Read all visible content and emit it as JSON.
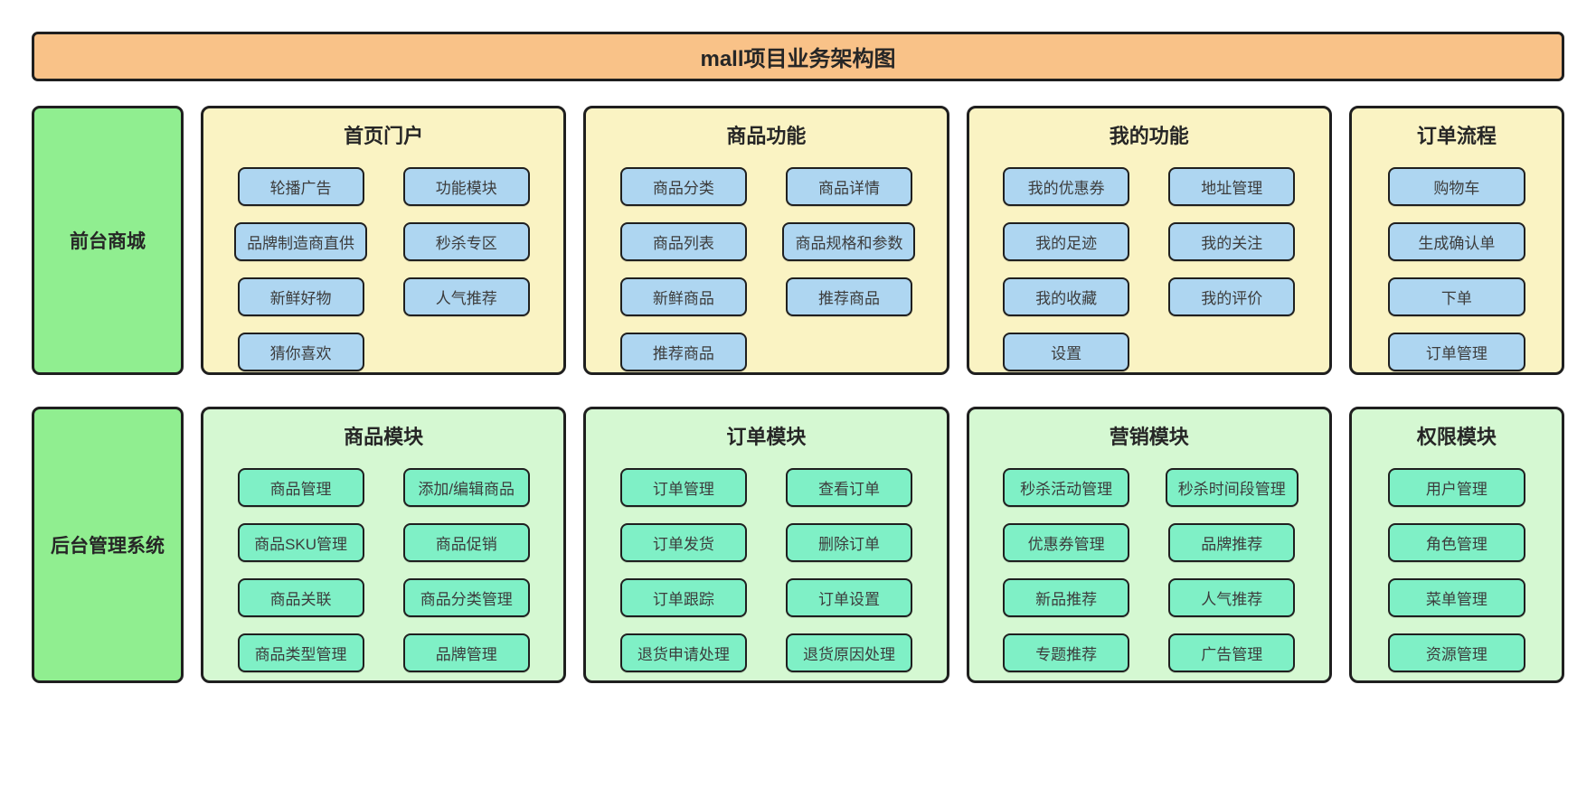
{
  "title": "mall项目业务架构图",
  "colors": {
    "banner_bg": "#F9C288",
    "sidebar_bg": "#90EE90",
    "front_section_bg": "#FAF3C3",
    "front_button_bg": "#AED6F1",
    "back_section_bg": "#D5F8D2",
    "back_button_bg": "#7FF0C6",
    "border": "#1F1F1F",
    "button_text": "#3C3C3C",
    "heading_text": "#262626"
  },
  "rows": [
    {
      "sidebar_label": "前台商城",
      "theme": "front",
      "sections": [
        {
          "title": "首页门户",
          "columns": [
            [
              "轮播广告",
              "品牌制造商直供",
              "新鲜好物",
              "猜你喜欢"
            ],
            [
              "功能模块",
              "秒杀专区",
              "人气推荐"
            ]
          ]
        },
        {
          "title": "商品功能",
          "columns": [
            [
              "商品分类",
              "商品列表",
              "新鲜商品",
              "推荐商品"
            ],
            [
              "商品详情",
              "商品规格和参数",
              "推荐商品"
            ]
          ]
        },
        {
          "title": "我的功能",
          "columns": [
            [
              "我的优惠券",
              "我的足迹",
              "我的收藏",
              "设置"
            ],
            [
              "地址管理",
              "我的关注",
              "我的评价"
            ]
          ]
        },
        {
          "title": "订单流程",
          "columns": [
            [
              "购物车",
              "生成确认单",
              "下单",
              "订单管理"
            ]
          ]
        }
      ]
    },
    {
      "sidebar_label": "后台管理系统",
      "theme": "back",
      "sections": [
        {
          "title": "商品模块",
          "columns": [
            [
              "商品管理",
              "商品SKU管理",
              "商品关联",
              "商品类型管理"
            ],
            [
              "添加/编辑商品",
              "商品促销",
              "商品分类管理",
              "品牌管理"
            ]
          ]
        },
        {
          "title": "订单模块",
          "columns": [
            [
              "订单管理",
              "订单发货",
              "订单跟踪",
              "退货申请处理"
            ],
            [
              "查看订单",
              "删除订单",
              "订单设置",
              "退货原因处理"
            ]
          ]
        },
        {
          "title": "营销模块",
          "columns": [
            [
              "秒杀活动管理",
              "优惠券管理",
              "新品推荐",
              "专题推荐"
            ],
            [
              "秒杀时间段管理",
              "品牌推荐",
              "人气推荐",
              "广告管理"
            ]
          ]
        },
        {
          "title": "权限模块",
          "columns": [
            [
              "用户管理",
              "角色管理",
              "菜单管理",
              "资源管理"
            ]
          ]
        }
      ]
    }
  ]
}
